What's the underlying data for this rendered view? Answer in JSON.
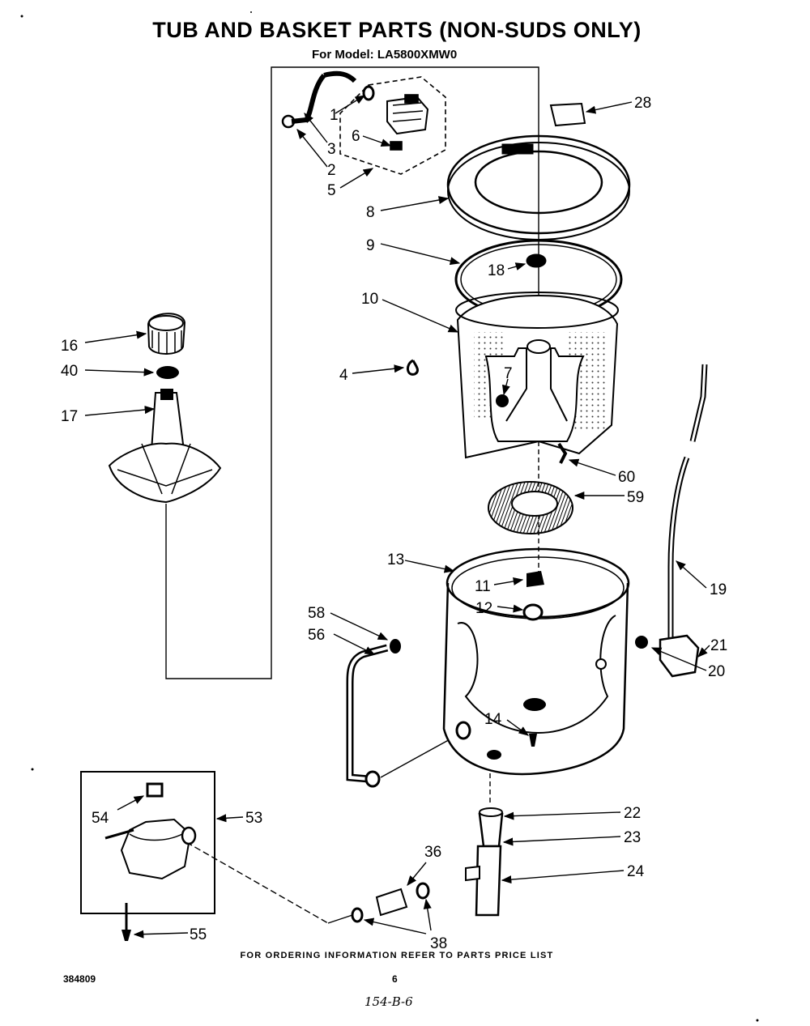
{
  "header": {
    "title": "TUB AND BASKET PARTS (NON-SUDS ONLY)",
    "model_line": "For Model: LA5800XMW0"
  },
  "footer": {
    "ordering_note": "FOR ORDERING INFORMATION REFER TO PARTS PRICE LIST",
    "doc_number": "384809",
    "page_number": "6",
    "handwritten_note": "154-B-6"
  },
  "callouts": {
    "c1": "1",
    "c2": "2",
    "c3": "3",
    "c4": "4",
    "c5": "5",
    "c6": "6",
    "c7": "7",
    "c8": "8",
    "c9": "9",
    "c10": "10",
    "c11": "11",
    "c12": "12",
    "c13": "13",
    "c14": "14",
    "c16": "16",
    "c17": "17",
    "c18": "18",
    "c19": "19",
    "c20": "20",
    "c21": "21",
    "c22": "22",
    "c23": "23",
    "c24": "24",
    "c28": "28",
    "c36": "36",
    "c38": "38",
    "c40": "40",
    "c53": "53",
    "c54": "54",
    "c55": "55",
    "c56": "56",
    "c58": "58",
    "c59": "59",
    "c60": "60"
  }
}
